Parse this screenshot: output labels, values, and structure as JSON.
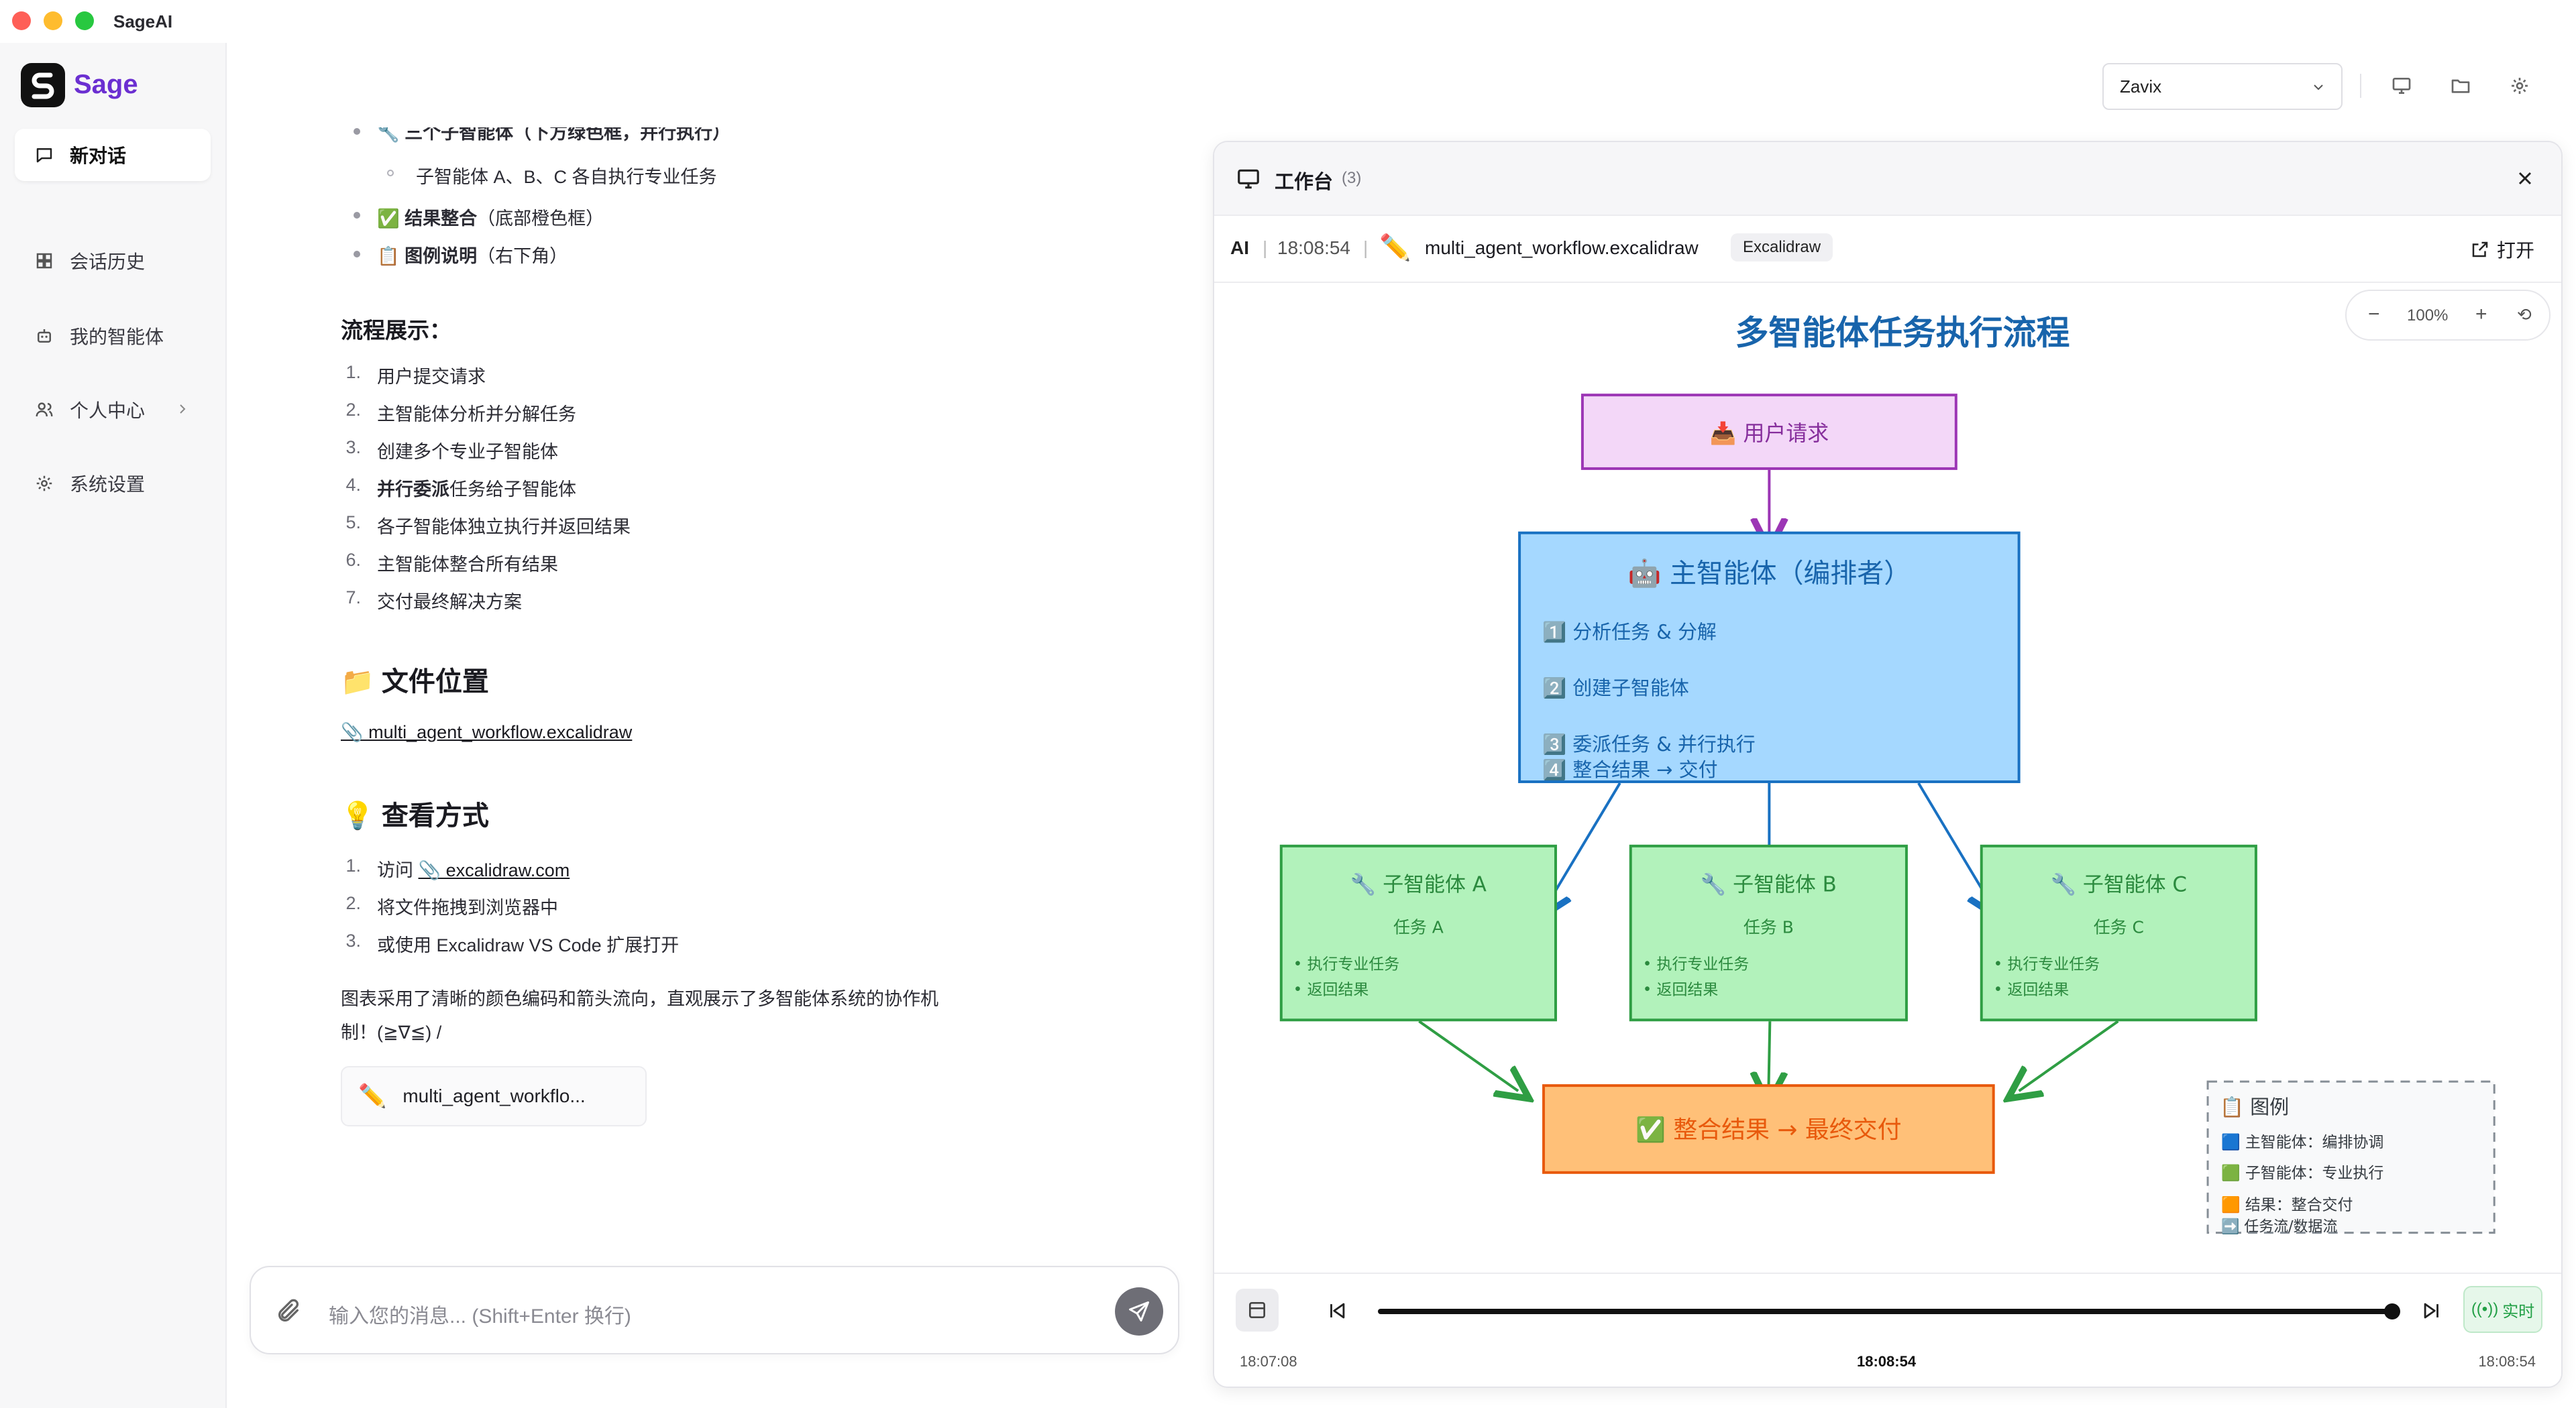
{
  "app": {
    "title": "SageAI",
    "brand": "Sage"
  },
  "sidebar": {
    "items": [
      {
        "label": "新对话",
        "icon": "chat-bubble-icon"
      },
      {
        "label": "会话历史",
        "icon": "grid-icon"
      },
      {
        "label": "我的智能体",
        "icon": "robot-icon"
      },
      {
        "label": "个人中心",
        "icon": "users-icon"
      },
      {
        "label": "系统设置",
        "icon": "gear-icon"
      }
    ]
  },
  "topbar": {
    "model": "Zavix"
  },
  "chat": {
    "top_item": "🔧 三个子智能体（下方绿色框，并行执行）",
    "sub_item": "子智能体 A、B、C 各自执行专业任务",
    "item_result_bold": "结果整合",
    "item_result_rest": "（底部橙色框）",
    "item_legend_bold": "图例说明",
    "item_legend_rest": "（右下角）",
    "flow_title": "流程展示：",
    "flow_steps": [
      {
        "n": "1.",
        "pre": "",
        "bold": "",
        "text": "用户提交请求"
      },
      {
        "n": "2.",
        "pre": "",
        "bold": "",
        "text": "主智能体分析并分解任务"
      },
      {
        "n": "3.",
        "pre": "",
        "bold": "",
        "text": "创建多个专业子智能体"
      },
      {
        "n": "4.",
        "pre": "",
        "bold": "并行委派",
        "text": "任务给子智能体"
      },
      {
        "n": "5.",
        "pre": "",
        "bold": "",
        "text": "各子智能体独立执行并返回结果"
      },
      {
        "n": "6.",
        "pre": "",
        "bold": "",
        "text": "主智能体整合所有结果"
      },
      {
        "n": "7.",
        "pre": "",
        "bold": "",
        "text": "交付最终解决方案"
      }
    ],
    "file_section": "📁 文件位置",
    "file_link": "📎 multi_agent_workflow.excalidraw",
    "view_section": "💡 查看方式",
    "view_steps": [
      {
        "n": "1.",
        "text_pre": "访问 ",
        "link": "📎 excalidraw.com"
      },
      {
        "n": "2.",
        "text": "将文件拖拽到浏览器中"
      },
      {
        "n": "3.",
        "text": "或使用 Excalidraw VS Code 扩展打开"
      }
    ],
    "summary_1": "图表采用了清晰的颜色编码和箭头流向，直观展示了多智能体系统的协作机",
    "summary_2": "制！(≧∇≦) /",
    "file_chip": "multi_agent_workflo..."
  },
  "input": {
    "placeholder": "输入您的消息... (Shift+Enter 换行)"
  },
  "workbench": {
    "title": "工作台",
    "count": "(3)",
    "source": "AI",
    "time": "18:08:54",
    "filename": "multi_agent_workflow.excalidraw",
    "tag": "Excalidraw",
    "open_label": "打开",
    "zoom": "100%",
    "diagram": {
      "title": "多智能体任务执行流程",
      "user_request": "📥 用户请求",
      "main_agent": "🤖 主智能体（编排者）",
      "main_steps": [
        "1️⃣ 分析任务 & 分解",
        "2️⃣ 创建子智能体",
        "3️⃣ 委派任务 & 并行执行",
        "4️⃣ 整合结果 → 交付"
      ],
      "subagents": [
        {
          "title": "🔧 子智能体 A",
          "task": "任务 A",
          "lines": [
            "• 执行专业任务",
            "• 返回结果"
          ]
        },
        {
          "title": "🔧 子智能体 B",
          "task": "任务 B",
          "lines": [
            "• 执行专业任务",
            "• 返回结果"
          ]
        },
        {
          "title": "🔧 子智能体 C",
          "task": "任务 C",
          "lines": [
            "• 执行专业任务",
            "• 返回结果"
          ]
        }
      ],
      "result": "✅ 整合结果 → 最终交付",
      "legend_title": "📋 图例",
      "legend_items": [
        "🟦 主智能体：编排协调",
        "🟩 子智能体：专业执行",
        "🟧 结果：整合交付",
        "➡️ 任务流/数据流"
      ]
    },
    "timeline": {
      "start": "18:07:08",
      "current": "18:08:54",
      "end": "18:08:54",
      "realtime": "实时"
    }
  },
  "colors": {
    "brand": "#6b2fd1",
    "user_box": "#f3d7f8",
    "main_box": "#a5d8ff",
    "sub_box": "#b2f2bb",
    "result_box": "#ffc078"
  }
}
